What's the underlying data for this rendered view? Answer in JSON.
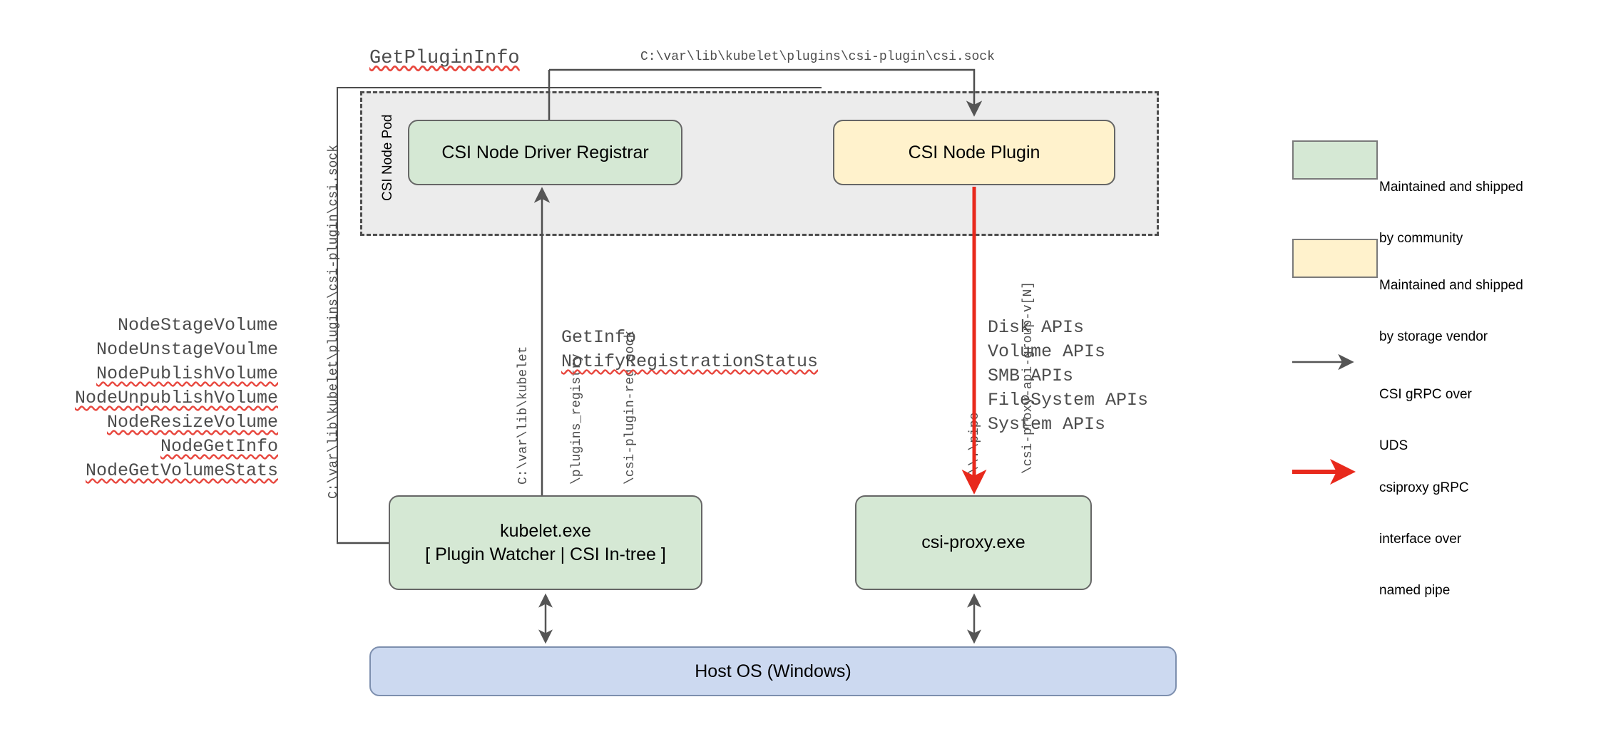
{
  "diagram": {
    "title_paths": {
      "get_plugin_info": "GetPluginInfo",
      "csi_sock_top": "C:\\var\\lib\\kubelet\\plugins\\csi-plugin\\csi.sock",
      "csi_sock_left": "C:\\var\\lib\\kubelet\\plugins\\csi-plugin\\csi.sock"
    },
    "pod": {
      "label": "CSI Node Pod"
    },
    "nodes": {
      "registrar": {
        "label": "CSI Node Driver Registrar",
        "fill": "#d5e8d4"
      },
      "node_plugin": {
        "label": "CSI Node Plugin",
        "fill": "#fff2cc"
      },
      "kubelet": {
        "line1": "kubelet.exe",
        "line2": "[ Plugin Watcher | CSI In-tree ]",
        "fill": "#d5e8d4"
      },
      "csi_proxy": {
        "label": "csi-proxy.exe",
        "fill": "#d5e8d4"
      },
      "host_os": {
        "label": "Host OS (Windows)",
        "fill": "#ccd9f0"
      }
    },
    "node_apis": [
      {
        "text": "NodeStageVolume",
        "squiggle": false
      },
      {
        "text": "NodeUnstageVoulme",
        "squiggle": false
      },
      {
        "text": "NodePublishVolume",
        "squiggle": true
      },
      {
        "text": "NodeUnpublishVolume",
        "squiggle": true
      },
      {
        "text": "NodeResizeVolume",
        "squiggle": true
      },
      {
        "text": "NodeGetInfo",
        "squiggle": true
      },
      {
        "text": "NodeGetVolumeStats",
        "squiggle": true
      }
    ],
    "registry_socket_lines": [
      "C:\\var\\lib\\kubelet",
      "\\plugins_registry",
      "\\csi-plugin-reg.sock"
    ],
    "registration_calls": [
      {
        "text": "GetInfo",
        "squiggle": false
      },
      {
        "text": "NotifyRegistrationStatus",
        "squiggle": true
      }
    ],
    "pipe_lines": [
      "\\\\.\\pipe",
      "\\csi-proxy-api-group-v[N]"
    ],
    "proxy_apis": [
      "Disk APIs",
      "Volume APIs",
      "SMB APIs",
      "FileSystem APIs",
      "System APIs"
    ],
    "legend": [
      {
        "type": "swatch",
        "color": "#d5e8d4",
        "line1": "Maintained and shipped",
        "line2": "by community",
        "line3": ""
      },
      {
        "type": "swatch",
        "color": "#fff2cc",
        "line1": "Maintained and shipped",
        "line2": "by storage vendor",
        "line3": ""
      },
      {
        "type": "arrow",
        "color": "#555555",
        "line1": "CSI gRPC over",
        "line2": "UDS",
        "line3": ""
      },
      {
        "type": "arrow",
        "color": "#e8291c",
        "line1": "csiproxy gRPC",
        "line2": "interface over",
        "line3": "named pipe"
      }
    ],
    "colors": {
      "green": "#d5e8d4",
      "yellow": "#fff2cc",
      "blue": "#ccd9f0",
      "pod_bg": "#ececec",
      "stroke": "#4d4d4d",
      "red": "#e8291c"
    }
  }
}
